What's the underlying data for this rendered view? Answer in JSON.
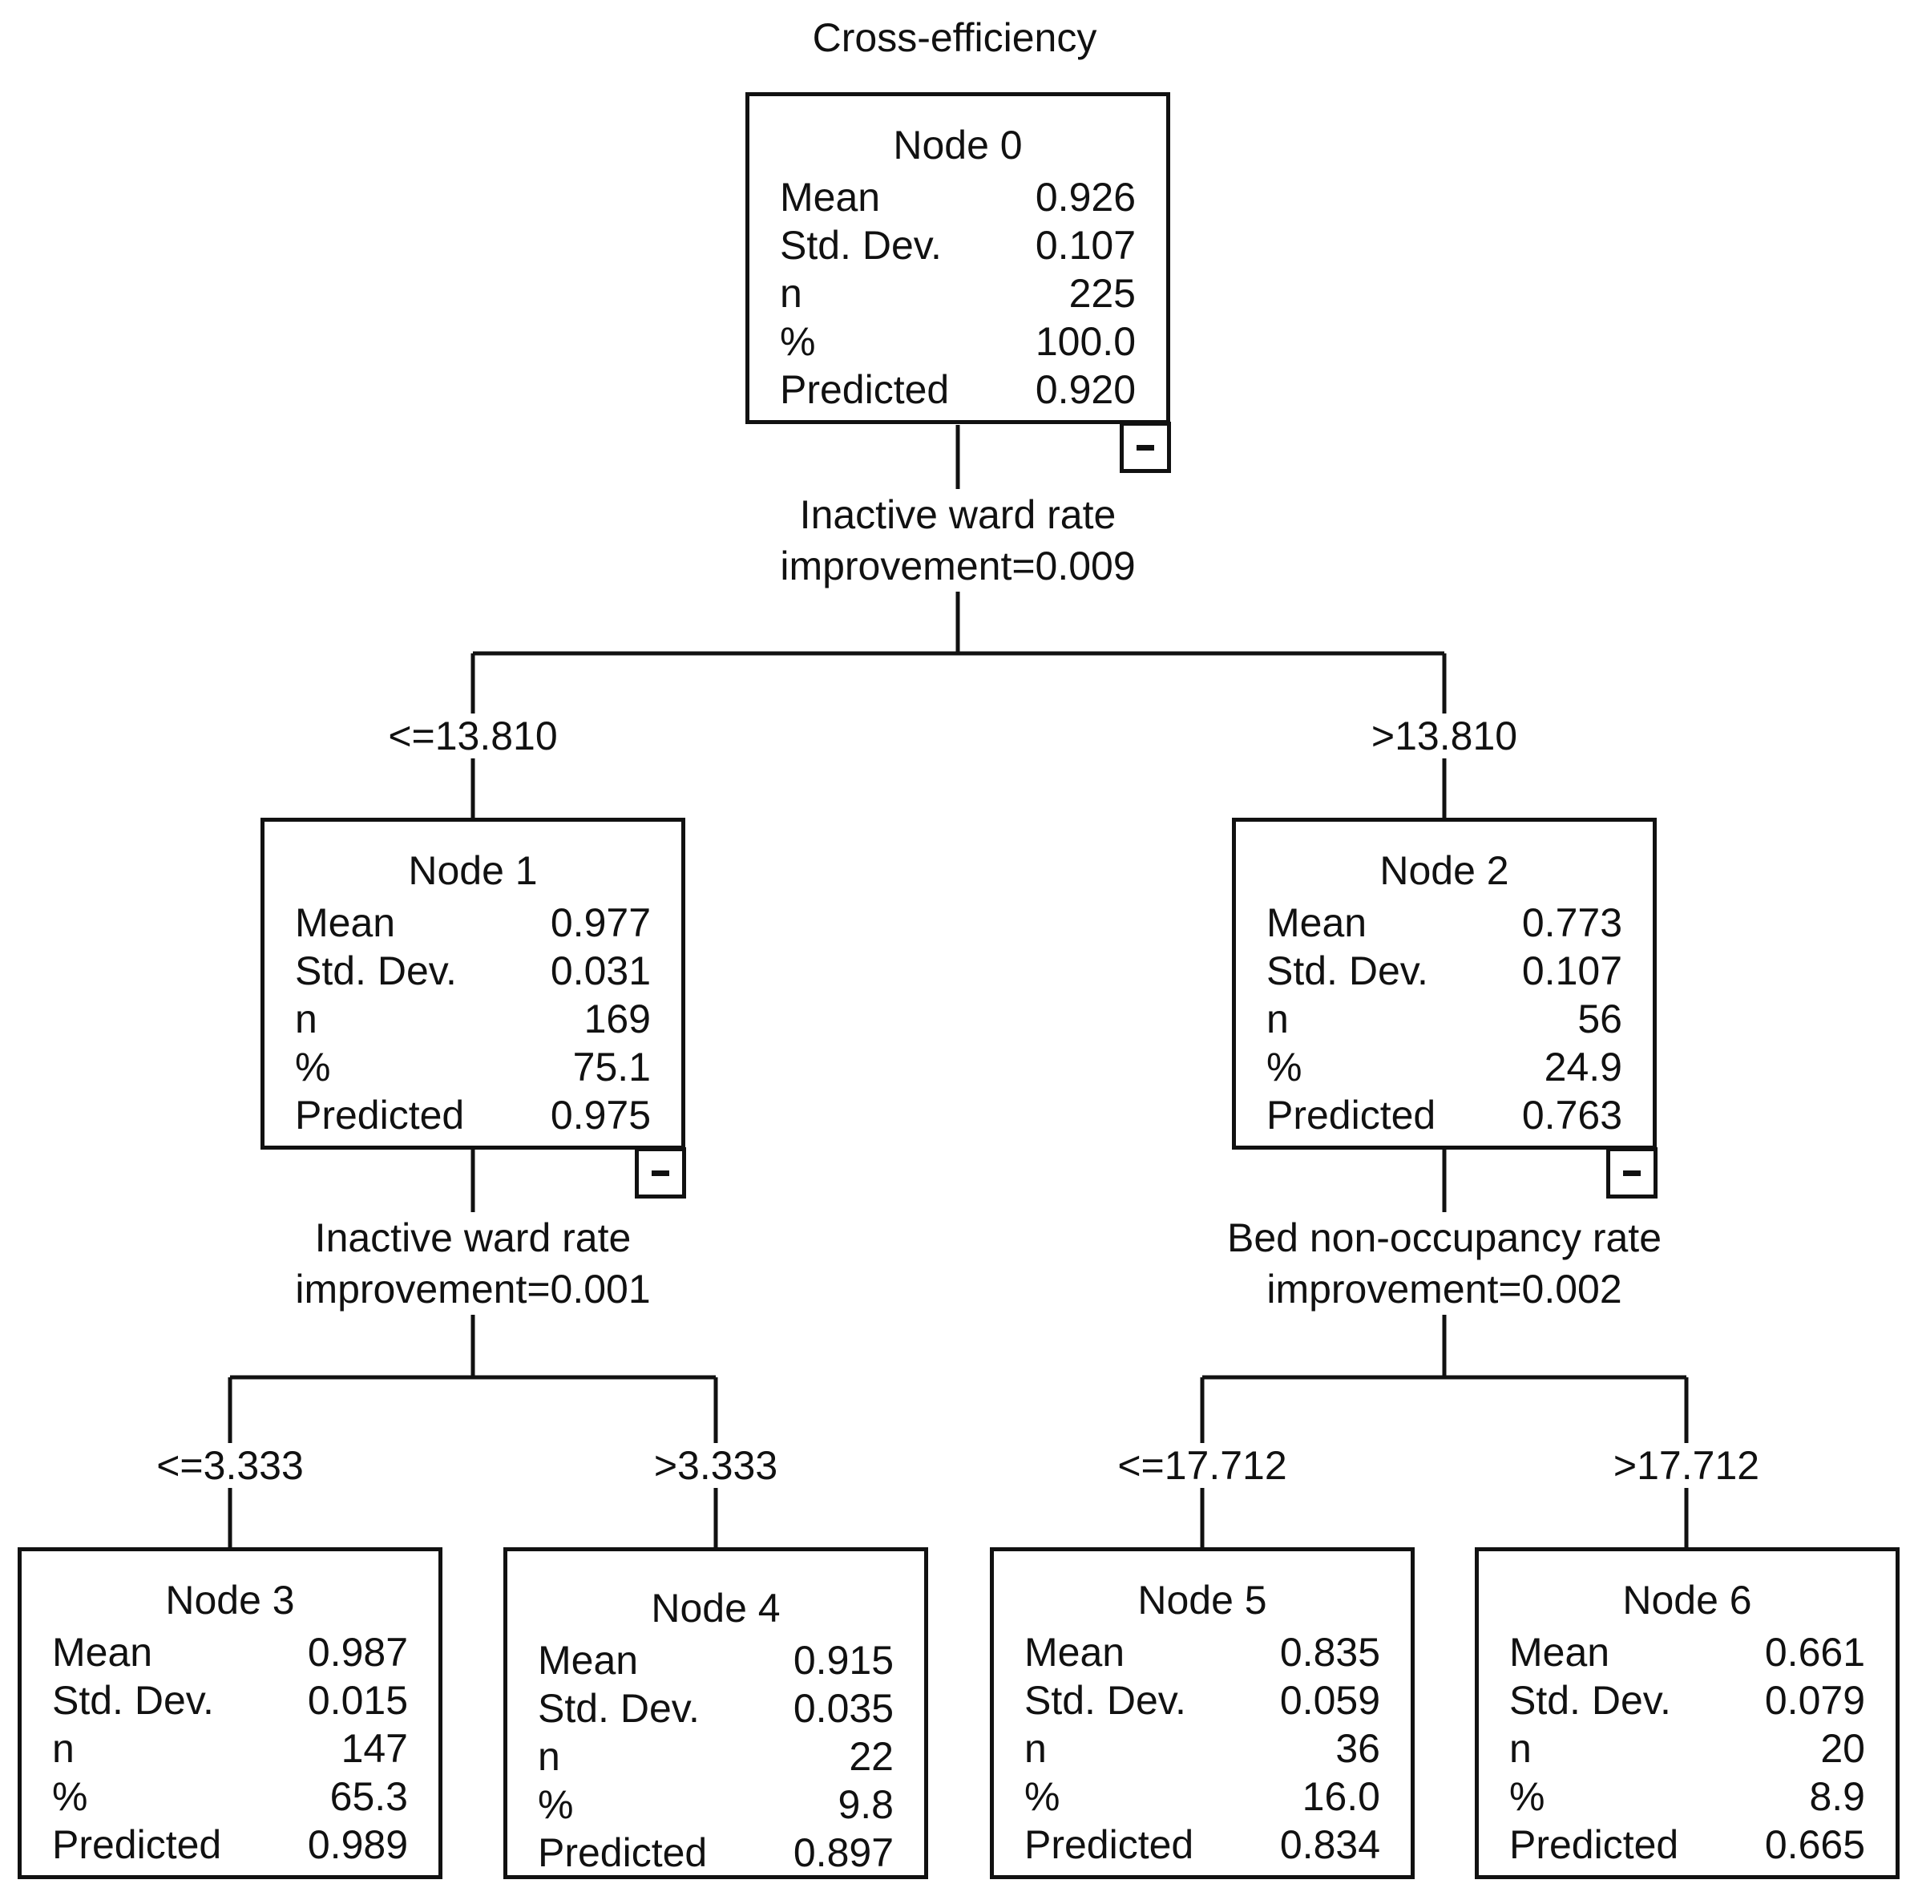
{
  "title": "Cross-efficiency",
  "row_labels": [
    "Mean",
    "Std. Dev.",
    "n",
    "%",
    "Predicted"
  ],
  "nodes": [
    {
      "name": "Node 0",
      "mean": "0.926",
      "std": "0.107",
      "n": "225",
      "pct": "100.0",
      "pred": "0.920"
    },
    {
      "name": "Node 1",
      "mean": "0.977",
      "std": "0.031",
      "n": "169",
      "pct": "75.1",
      "pred": "0.975"
    },
    {
      "name": "Node 2",
      "mean": "0.773",
      "std": "0.107",
      "n": "56",
      "pct": "24.9",
      "pred": "0.763"
    },
    {
      "name": "Node 3",
      "mean": "0.987",
      "std": "0.015",
      "n": "147",
      "pct": "65.3",
      "pred": "0.989"
    },
    {
      "name": "Node 4",
      "mean": "0.915",
      "std": "0.035",
      "n": "22",
      "pct": "9.8",
      "pred": "0.897"
    },
    {
      "name": "Node 5",
      "mean": "0.835",
      "std": "0.059",
      "n": "36",
      "pct": "16.0",
      "pred": "0.834"
    },
    {
      "name": "Node 6",
      "mean": "0.661",
      "std": "0.079",
      "n": "20",
      "pct": "8.9",
      "pred": "0.665"
    }
  ],
  "splits": [
    {
      "variable": "Inactive ward rate",
      "improvement": "improvement=0.009"
    },
    {
      "variable": "Inactive ward rate",
      "improvement": "improvement=0.001"
    },
    {
      "variable": "Bed non-occupancy rate",
      "improvement": "improvement=0.002"
    }
  ],
  "conditions": {
    "n1": "<=13.810",
    "n2": ">13.810",
    "n3": "<=3.333",
    "n4": ">3.333",
    "n5": "<=17.712",
    "n6": ">17.712"
  }
}
